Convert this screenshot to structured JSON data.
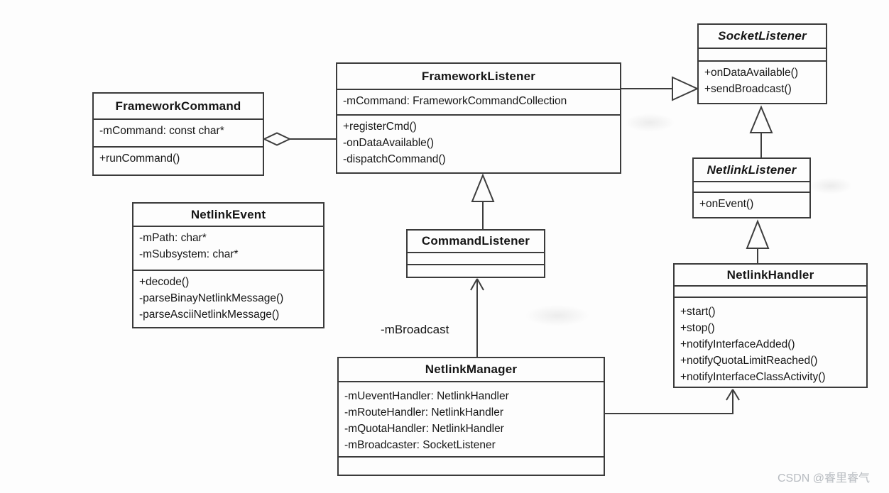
{
  "diagram": {
    "classes": [
      {
        "name": "FrameworkCommand",
        "abstract": false,
        "attributes": [
          "-mCommand: const char*"
        ],
        "methods": [
          "+runCommand()"
        ]
      },
      {
        "name": "FrameworkListener",
        "abstract": false,
        "attributes": [
          "-mCommand: FrameworkCommandCollection"
        ],
        "methods": [
          "+registerCmd()",
          "-onDataAvailable()",
          "-dispatchCommand()"
        ]
      },
      {
        "name": "SocketListener",
        "abstract": true,
        "attributes": [],
        "methods": [
          "+onDataAvailable()",
          "+sendBroadcast()"
        ]
      },
      {
        "name": "NetlinkListener",
        "abstract": true,
        "attributes": [],
        "methods": [
          "+onEvent()"
        ]
      },
      {
        "name": "NetlinkEvent",
        "abstract": false,
        "attributes": [
          "-mPath: char*",
          "-mSubsystem: char*"
        ],
        "methods": [
          "+decode()",
          "-parseBinayNetlinkMessage()",
          "-parseAsciiNetlinkMessage()"
        ]
      },
      {
        "name": "CommandListener",
        "abstract": false,
        "attributes": [],
        "methods": []
      },
      {
        "name": "NetlinkHandler",
        "abstract": false,
        "attributes": [],
        "methods": [
          "+start()",
          "+stop()",
          "+notifyInterfaceAdded()",
          "+notifyQuotaLimitReached()",
          "+notifyInterfaceClassActivity()"
        ]
      },
      {
        "name": "NetlinkManager",
        "abstract": false,
        "attributes": [
          "-mUeventHandler: NetlinkHandler",
          "-mRouteHandler: NetlinkHandler",
          "-mQuotaHandler: NetlinkHandler",
          "-mBroadcaster: SocketListener"
        ],
        "methods": []
      }
    ],
    "edge_labels": {
      "broadcast": "-mBroadcast"
    },
    "colors": {
      "line": "#3d3d3d",
      "background": "#fdfdfd",
      "text": "#161616",
      "watermark": "#b7bbc0"
    }
  },
  "watermark": {
    "text": "CSDN @睿里睿气"
  }
}
